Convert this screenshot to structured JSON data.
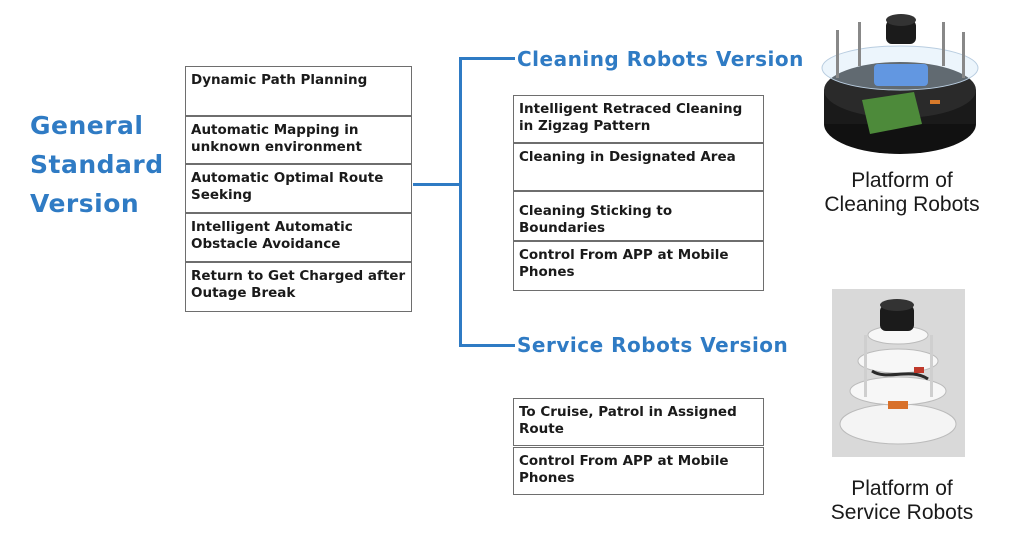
{
  "general": {
    "title_lines": [
      "General",
      "Standard",
      "Version"
    ]
  },
  "general_features": [
    "Dynamic Path Planning",
    "Automatic Mapping in unknown environment",
    "Automatic Optimal Route Seeking",
    "Intelligent Automatic Obstacle Avoidance",
    "Return to Get Charged after Outage Break"
  ],
  "cleaning": {
    "title": "Cleaning Robots Version",
    "features": [
      "Intelligent Retraced Cleaning in Zigzag Pattern",
      "Cleaning in Designated Area",
      "Cleaning Sticking to Boundaries",
      "Control From APP at Mobile Phones"
    ],
    "platform_caption_lines": [
      "Platform of",
      "Cleaning Robots"
    ]
  },
  "service": {
    "title": "Service Robots Version",
    "features": [
      "To Cruise, Patrol in Assigned Route",
      "Control From APP at Mobile Phones"
    ],
    "platform_caption_lines": [
      "Platform of",
      "Service Robots"
    ]
  },
  "colors": {
    "accent": "#2f7bc4",
    "box_border": "#6e6e6e"
  }
}
